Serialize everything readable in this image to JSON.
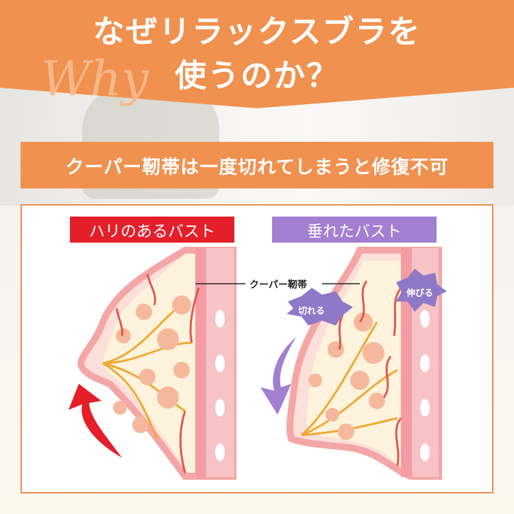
{
  "header": {
    "title_line1": "なぜリラックスブラを",
    "title_line2": "使うのか？",
    "watermark": "Why"
  },
  "subtitle": "クーパー靭帯は一度切れてしまうと修復不可",
  "diagram": {
    "left_label": "ハリのあるバスト",
    "right_label": "垂れたバスト",
    "ligament_label": "クーパー靭帯",
    "badge_cut": "切れる",
    "badge_stretch": "伸びる"
  },
  "colors": {
    "orange": "#f09150",
    "red": "#e51f2a",
    "purple": "#a27fd0"
  }
}
